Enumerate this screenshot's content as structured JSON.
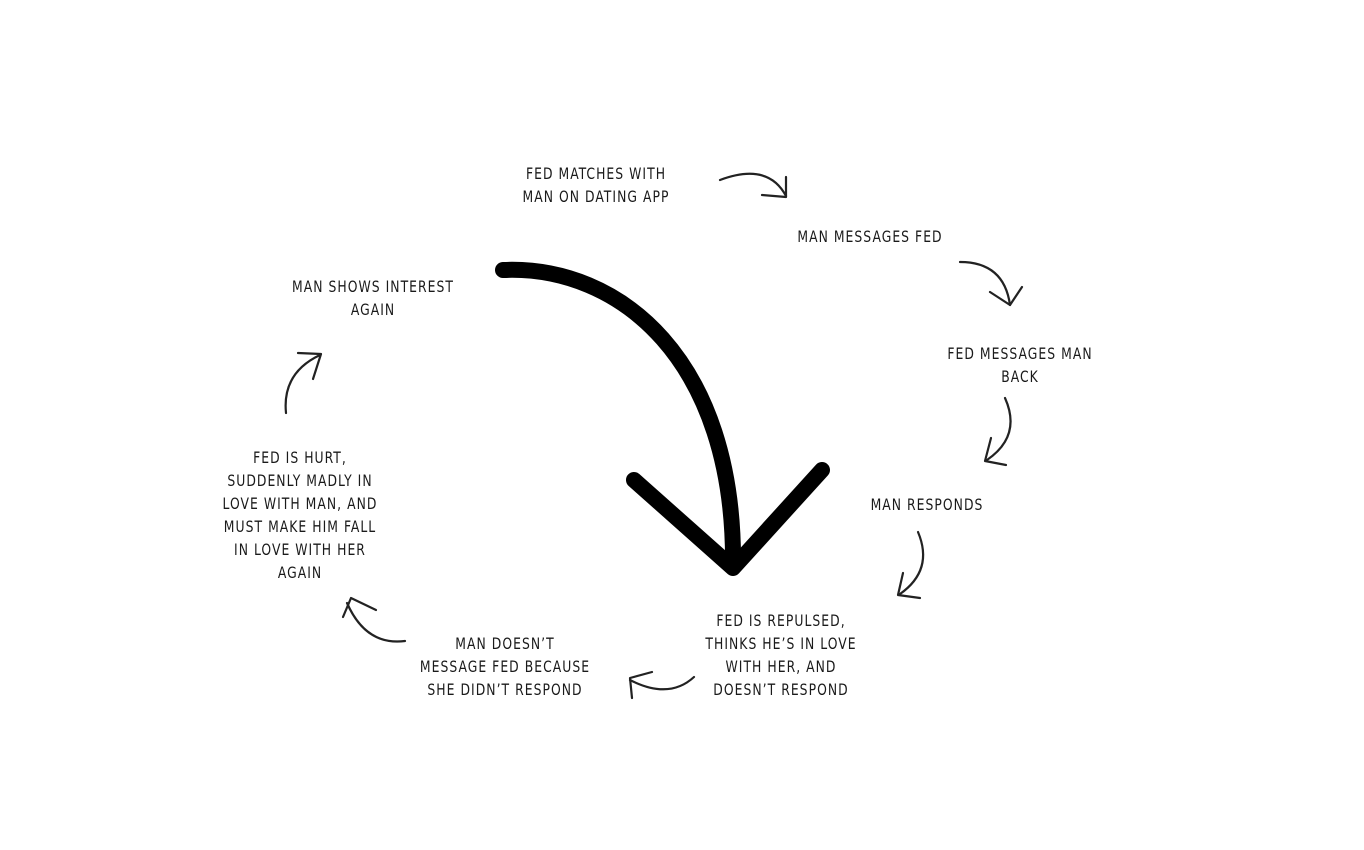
{
  "diagram": {
    "steps": [
      "FED MATCHES WITH\nMAN ON DATING APP",
      "MAN MESSAGES FED",
      "FED MESSAGES MAN\nBACK",
      "MAN RESPONDS",
      "FED IS REPULSED,\nTHINKS HE’S IN LOVE\nWITH HER, AND\nDOESN’T RESPOND",
      "MAN DOESN’T\nMESSAGE FED BECAUSE\nSHE DIDN’T RESPOND",
      "FED IS HURT,\nSUDDENLY MADLY IN\nLOVE WITH MAN, AND\nMUST MAKE HIM FALL\nIN LOVE WITH HER\nAGAIN",
      "MAN SHOWS INTEREST\nAGAIN"
    ],
    "colors": {
      "text": "#1a1a1a",
      "arrow": "#222222",
      "big_arrow": "#000000",
      "background": "#ffffff"
    },
    "icons": {
      "small_arrows": "curved-arrow-icon",
      "big_arrow": "big-curved-arrow-icon"
    }
  }
}
